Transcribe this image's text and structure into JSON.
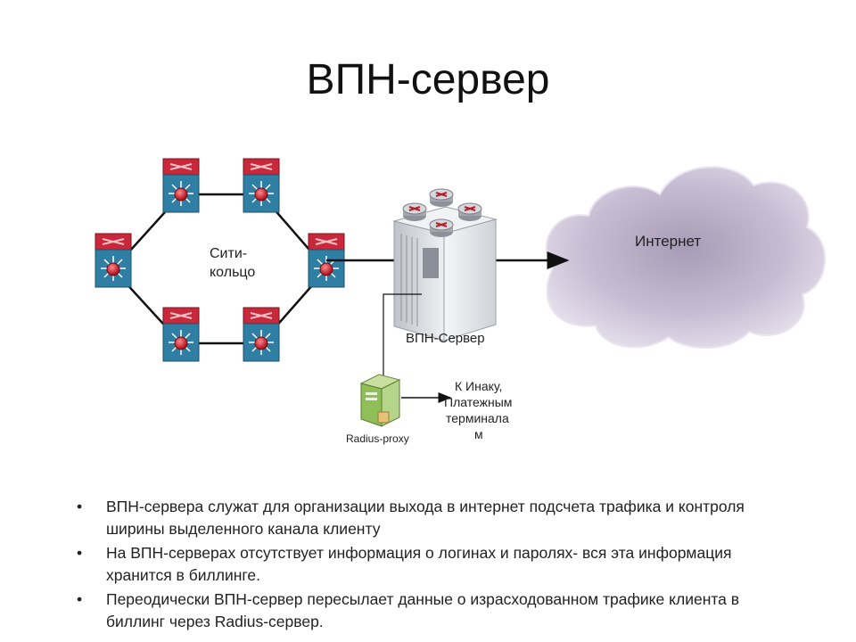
{
  "slide": {
    "title": "ВПН-сервер"
  },
  "diagram": {
    "ring_label_line1": "Сити-",
    "ring_label_line2": "кольцо",
    "vpn_server_label": "ВПН-Сервер",
    "internet_label": "Интернет",
    "radius_proxy_label": "Radius-proxy",
    "billing_target_lines": [
      "К Инаку,",
      "Платежным",
      "терминала",
      "м"
    ]
  },
  "bullets": [
    "ВПН-сервера служат для организации выхода в интернет подсчета трафика и контроля ширины выделенного канала клиенту",
    "На ВПН-серверах отсутствует информация о логинах и паролях- вся эта информация хранится в биллинге.",
    "Переодически ВПН-сервер пересылает данные о израсходованном трафике клиента в биллинг через Radius-сервер."
  ],
  "colors": {
    "switch_top": "#c8283a",
    "switch_body": "#2f7fa5",
    "cloud": "#c9bfd4",
    "server_body": "#d9dbe0",
    "proxy_green": "#8fbf59"
  }
}
